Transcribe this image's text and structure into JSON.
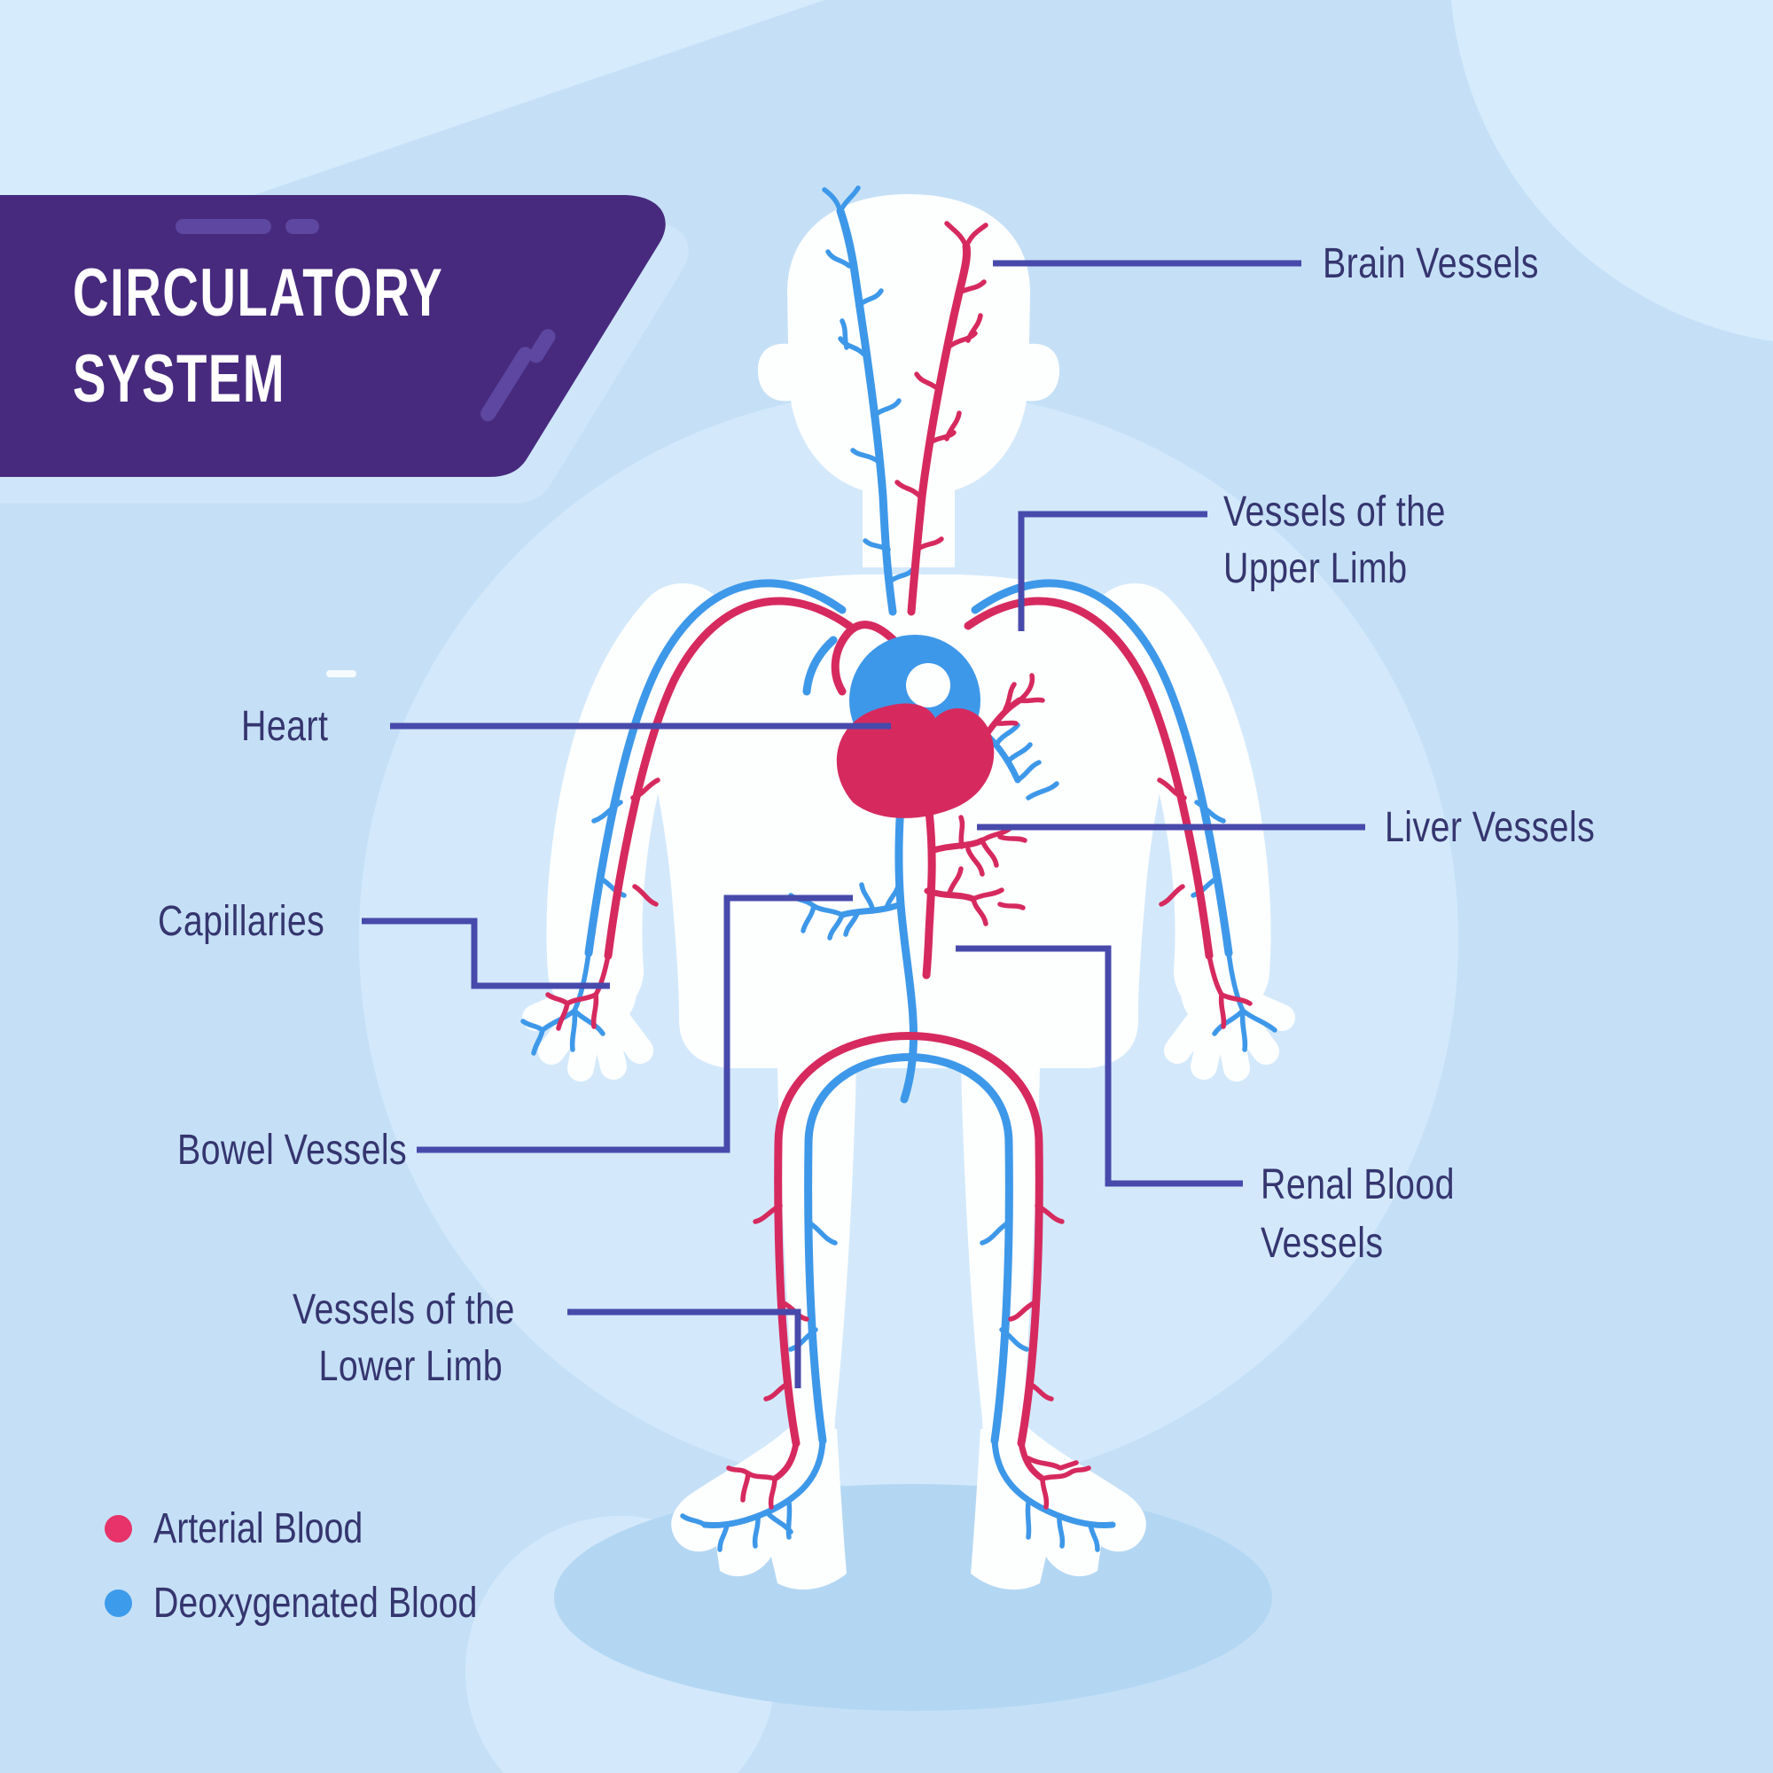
{
  "title": {
    "line1": "CIRCULATORY",
    "line2": "SYSTEM"
  },
  "labels": {
    "brain_vessels": {
      "text": "Brain Vessels"
    },
    "upper_limb": {
      "line1": "Vessels of the",
      "line2": "Upper Limb"
    },
    "liver_vessels": {
      "text": "Liver Vessels"
    },
    "heart": {
      "text": "Heart"
    },
    "capillaries": {
      "text": "Capillaries"
    },
    "bowel_vessels": {
      "text": "Bowel Vessels"
    },
    "lower_limb": {
      "line1": "Vessels of the",
      "line2": "Lower Limb"
    },
    "renal": {
      "line1": "Renal Blood",
      "line2": "Vessels"
    }
  },
  "legend": {
    "items": [
      {
        "label": "Arterial Blood",
        "color": "#e73369"
      },
      {
        "label": "Deoxygenated Blood",
        "color": "#3d9beb"
      }
    ]
  },
  "colors": {
    "bg": "#c5e0f6",
    "bg-light": "#d6ebfc",
    "bg-circle": "#d3e9fb",
    "ground": "#b3d7f3",
    "purple": "#472a7d",
    "purple-dash": "#5d47a0",
    "banner-shadow": "#cfe6fa",
    "body": "#fdfefe",
    "red": "#d62a5f",
    "blue": "#3e98e9",
    "leader": "#474aab",
    "ink": "#35356f"
  }
}
